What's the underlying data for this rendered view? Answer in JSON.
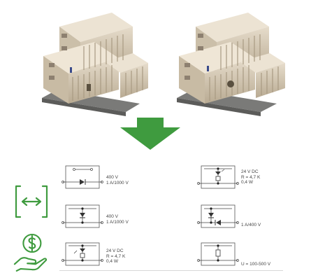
{
  "icons": {
    "expand": "expand-arrows-icon",
    "money": "dollar-hand-icon",
    "accent": "#3f9b3f"
  },
  "specs": [
    {
      "lines": [
        "400 V",
        "1 A/1000 V"
      ]
    },
    {
      "lines": [
        "24 V DC",
        "R = 4,7 K",
        "0,4 W"
      ]
    },
    {
      "lines": [
        "400 V",
        "1 A/1000 V"
      ]
    },
    {
      "lines": [
        "1 A/400 V"
      ]
    },
    {
      "lines": [
        "24 V DC",
        "R = 4,7 K",
        "0,4 W"
      ]
    },
    {
      "lines": [
        "U = 100-500 V"
      ]
    }
  ]
}
